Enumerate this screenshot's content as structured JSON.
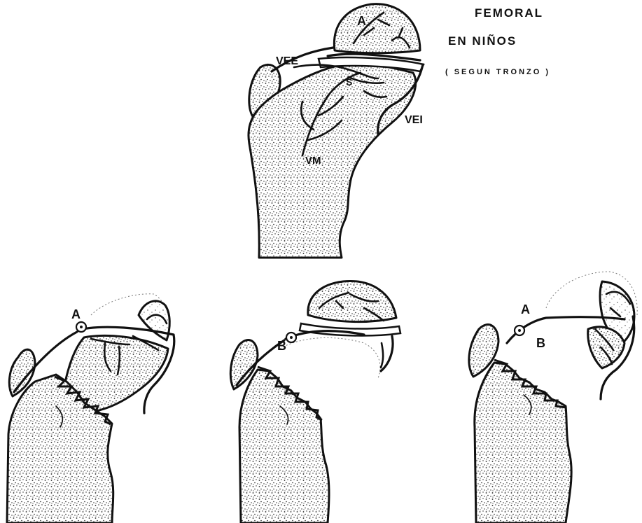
{
  "title": {
    "line1": "FEMORAL",
    "line2": "EN NIÑOS",
    "line3": "( SEGUN TRONZO )"
  },
  "top_figure": {
    "labels": {
      "a": "A",
      "vee": "VEE",
      "vei": "VEI",
      "vm": "VM",
      "s": "S"
    }
  },
  "bottom_figures": [
    {
      "labels": {
        "a": "A"
      }
    },
    {
      "labels": {
        "b": "B"
      }
    },
    {
      "labels": {
        "a": "A",
        "b": "B"
      }
    }
  ]
}
